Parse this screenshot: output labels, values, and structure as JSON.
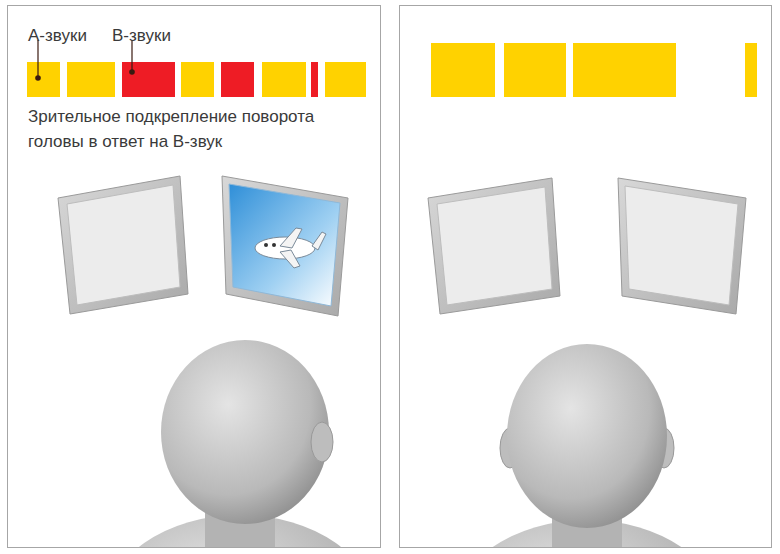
{
  "diagram": {
    "nodes": [
      {
        "text": [
          "A-звуки",
          "B-звуки",
          "Зрительное подкрепление поворота головы в ответ на B-звук"
        ]
      }
    ]
  }
}
